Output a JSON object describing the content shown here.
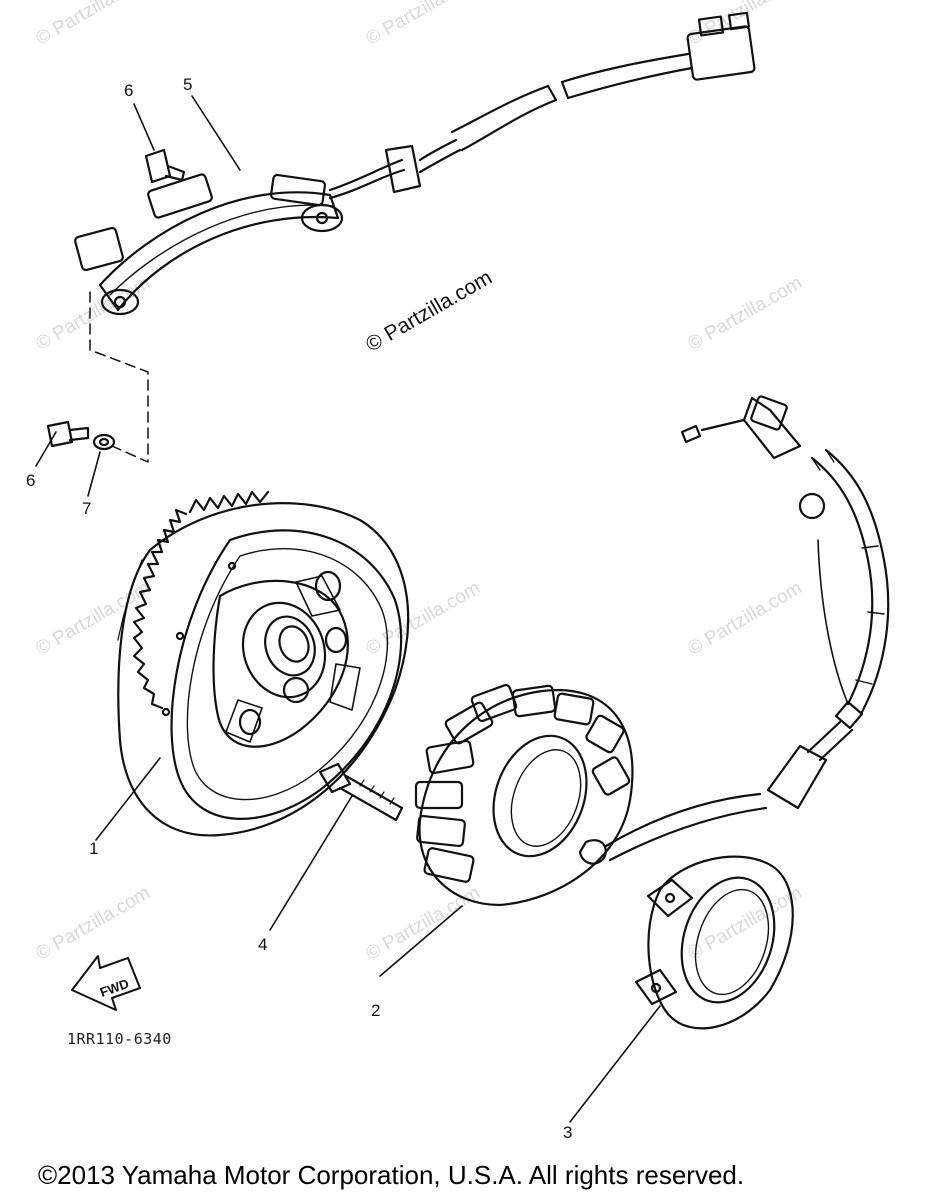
{
  "watermarks": {
    "main": "© Partzilla.com",
    "repeat": "© Partzilla.com"
  },
  "callouts": {
    "c1": "1",
    "c2": "2",
    "c3": "3",
    "c4": "4",
    "c5": "5",
    "c6_top": "6",
    "c6_left": "6",
    "c7": "7"
  },
  "fwd_label": "FWD",
  "reference_code": "1RR110-6340",
  "footer": "©2013  Yamaha Motor Corporation, U.S.A. All rights reserved."
}
